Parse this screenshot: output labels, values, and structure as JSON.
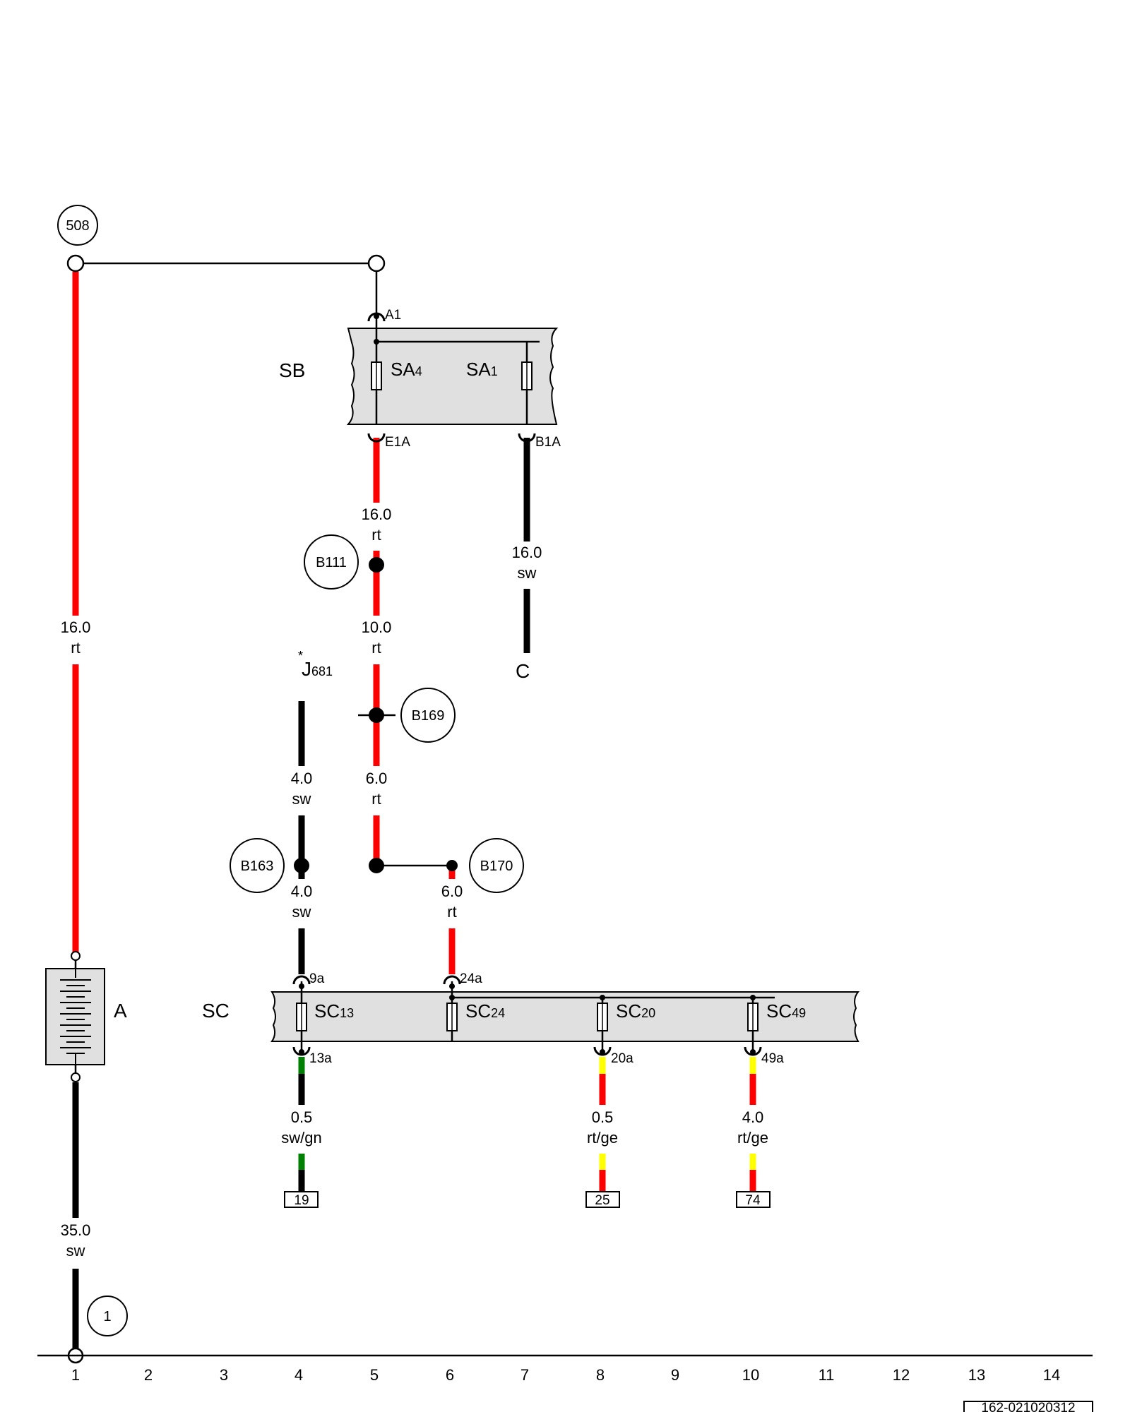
{
  "components": {
    "battery": "A",
    "fuse_box_sb": "SB",
    "fuse_box_sc": "SC",
    "connector_c": "C",
    "relay": {
      "main": "J",
      "sub": "681",
      "mark": "*"
    }
  },
  "circle_labels": {
    "c508": "508",
    "b111": "B111",
    "b169": "B169",
    "b163": "B163",
    "b170": "B170",
    "ground1": "1"
  },
  "fuses": {
    "sa4": {
      "main": "SA",
      "sub": "4"
    },
    "sa1": {
      "main": "SA",
      "sub": "1"
    },
    "sc13": {
      "main": "SC",
      "sub": "13"
    },
    "sc24": {
      "main": "SC",
      "sub": "24"
    },
    "sc20": {
      "main": "SC",
      "sub": "20"
    },
    "sc49": {
      "main": "SC",
      "sub": "49"
    }
  },
  "pins": {
    "a1": "A1",
    "e1a": "E1A",
    "b1a": "B1A",
    "p9a": "9a",
    "p24a": "24a",
    "p13a": "13a",
    "p20a": "20a",
    "p49a": "49a"
  },
  "wires": {
    "w1": {
      "size": "16.0",
      "color": "rt"
    },
    "w2": {
      "size": "16.0",
      "color": "rt"
    },
    "w3": {
      "size": "16.0",
      "color": "sw"
    },
    "w4": {
      "size": "10.0",
      "color": "rt"
    },
    "w5": {
      "size": "6.0",
      "color": "rt"
    },
    "w6": {
      "size": "4.0",
      "color": "sw"
    },
    "w7": {
      "size": "4.0",
      "color": "sw"
    },
    "w8": {
      "size": "6.0",
      "color": "rt"
    },
    "w9": {
      "size": "0.5",
      "color": "sw/gn"
    },
    "w10": {
      "size": "0.5",
      "color": "rt/ge"
    },
    "w11": {
      "size": "4.0",
      "color": "rt/ge"
    },
    "w12": {
      "size": "35.0",
      "color": "sw"
    }
  },
  "destinations": [
    "19",
    "25",
    "74"
  ],
  "column_numbers": [
    "1",
    "2",
    "3",
    "4",
    "5",
    "6",
    "7",
    "8",
    "9",
    "10",
    "11",
    "12",
    "13",
    "14"
  ],
  "document_number": "162-021020312",
  "colors": {
    "rt": "#ff0000",
    "sw": "#000000",
    "gn": "#008000",
    "ge": "#ffff00",
    "fusebox_fill": "#e0e0e0"
  }
}
